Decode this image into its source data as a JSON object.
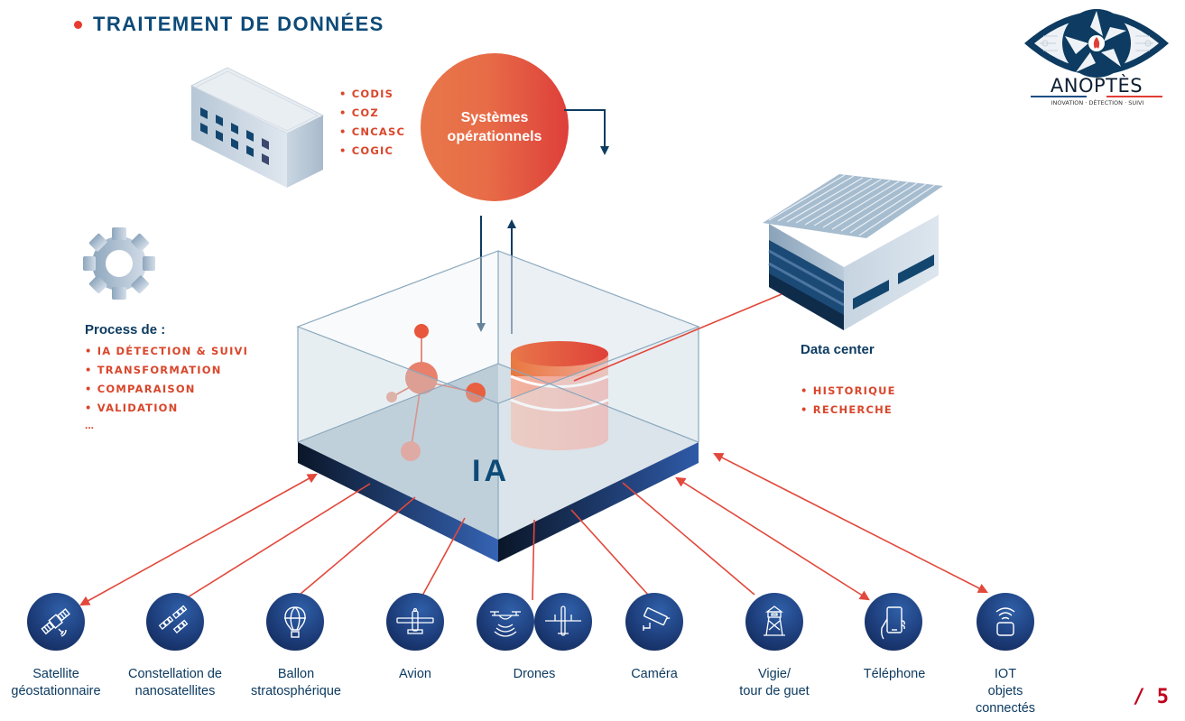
{
  "title": "TRAITEMENT DE DONNÉES",
  "logo": {
    "name": "ANOPTÈS",
    "tagline": "INOVATION · DÉTECTION · SUIVI",
    "icon": "eye-shutter-flame-icon"
  },
  "centres": {
    "items": [
      "CODIS",
      "COZ",
      "CNCASC",
      "COGIC"
    ]
  },
  "systemes": {
    "line1": "Systèmes",
    "line2": "opérationnels"
  },
  "process": {
    "heading": "Process de :",
    "items": [
      "IA DÉTECTION & SUIVI",
      "TRANSFORMATION",
      "COMPARAISON",
      "VALIDATION"
    ],
    "ellipsis": "..."
  },
  "datacenter": {
    "heading": "Data center",
    "items": [
      "HISTORIQUE",
      "RECHERCHE"
    ]
  },
  "core": {
    "label": "IA"
  },
  "sources": [
    {
      "icon": "satellite-icon",
      "lines": [
        "Satellite",
        "géostationnaire"
      ],
      "link": "bidirectional"
    },
    {
      "icon": "nanosatellites-icon",
      "lines": [
        "Constellation de",
        "nanosatellites"
      ],
      "link": "line"
    },
    {
      "icon": "balloon-icon",
      "lines": [
        "Ballon",
        "stratosphérique"
      ],
      "link": "line"
    },
    {
      "icon": "airplane-icon",
      "lines": [
        "Avion"
      ],
      "link": "line"
    },
    {
      "icon": "drone-icon",
      "lines": [
        "Drones"
      ],
      "link": "line"
    },
    {
      "icon": "camera-icon",
      "lines": [
        "Caméra"
      ],
      "link": "line"
    },
    {
      "icon": "watchtower-icon",
      "lines": [
        "Vigie/",
        "tour de guet"
      ],
      "link": "line"
    },
    {
      "icon": "phone-icon",
      "lines": [
        "Téléphone"
      ],
      "link": "bidirectional"
    },
    {
      "icon": "iot-icon",
      "lines": [
        "IOT",
        "objets",
        "connectés"
      ],
      "link": "bidirectional"
    }
  ],
  "page": "/ 5",
  "colors": {
    "navy": "#0d3b61",
    "orange": "#e8734a",
    "red": "#e03e36",
    "arrow_red": "#e2483b"
  }
}
